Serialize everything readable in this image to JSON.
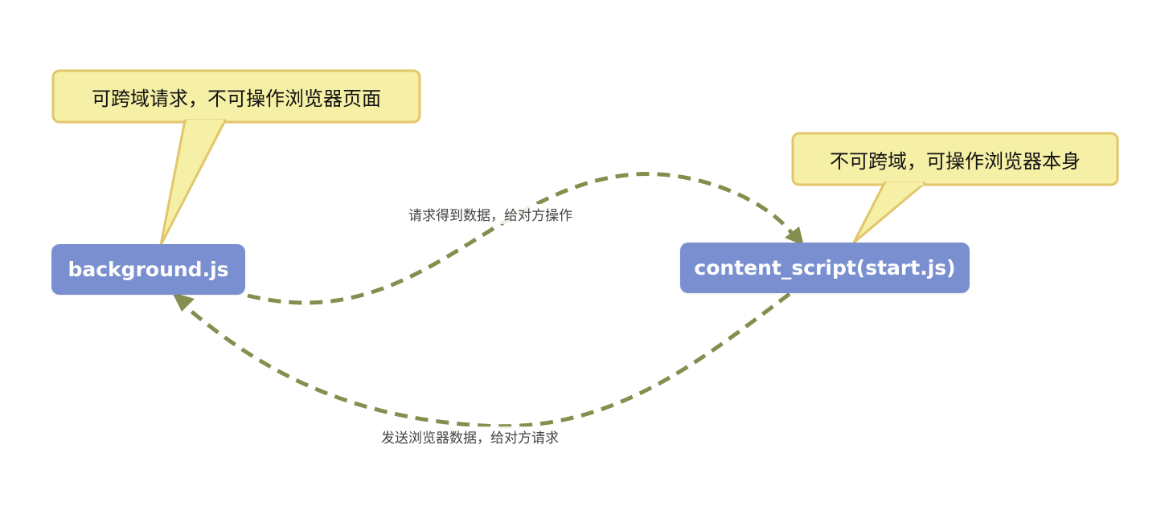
{
  "nodes": {
    "background": {
      "label": "background.js"
    },
    "content_script": {
      "label": "content_script(start.js)"
    }
  },
  "callouts": {
    "background_note": "可跨域请求，不可操作浏览器页面",
    "content_script_note": "不可跨域，可操作浏览器本身"
  },
  "edges": {
    "background_to_content": {
      "label": "请求得到数据，给对方操作"
    },
    "content_to_background": {
      "label": "发送浏览器数据，给对方请求"
    }
  },
  "colors": {
    "node_fill": "#7a8fd0",
    "node_text": "#ffffff",
    "callout_fill": "#f6efa6",
    "callout_border": "#e2c66a",
    "edge": "#838f4e"
  }
}
